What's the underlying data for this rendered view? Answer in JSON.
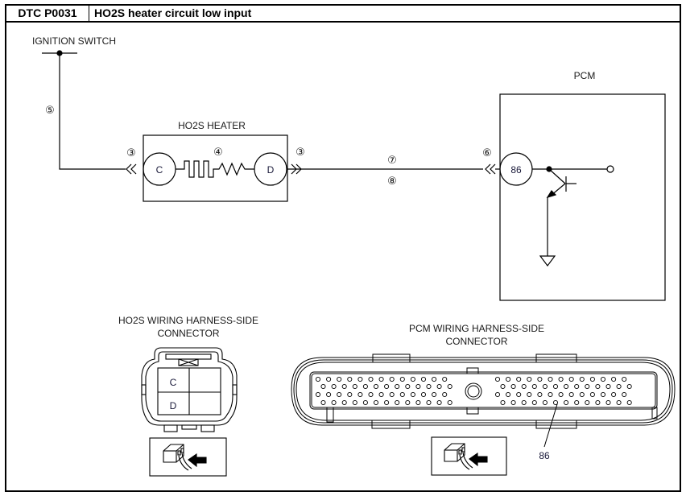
{
  "header": {
    "dtc_code": "DTC P0031",
    "title": "HO2S heater circuit low input"
  },
  "schematic": {
    "ignition_switch_label": "IGNITION SWITCH",
    "heater_label": "HO2S HEATER",
    "pcm_label": "PCM",
    "heater_terminal_left": "C",
    "heater_terminal_right": "D",
    "pcm_terminal": "86",
    "wire_callouts": {
      "ignition_wire": "⑤",
      "heater_left_connector": "③",
      "heater_element": "④",
      "heater_right_connector": "③",
      "harness_upper": "⑦",
      "harness_lower": "⑧",
      "pcm_connector": "⑥"
    }
  },
  "connectors": {
    "ho2s": {
      "title_line1": "HO2S WIRING  HARNESS-SIDE",
      "title_line2": "CONNECTOR",
      "cells": [
        "C",
        "",
        "D",
        ""
      ]
    },
    "pcm": {
      "title_line1": "PCM WIRING  HARNESS-SIDE",
      "title_line2": "CONNECTOR",
      "pin_callout": "86",
      "pins_per_row": 13,
      "rows": 4
    }
  },
  "icons": {
    "view_direction": "connector-view-arrow-icon"
  }
}
